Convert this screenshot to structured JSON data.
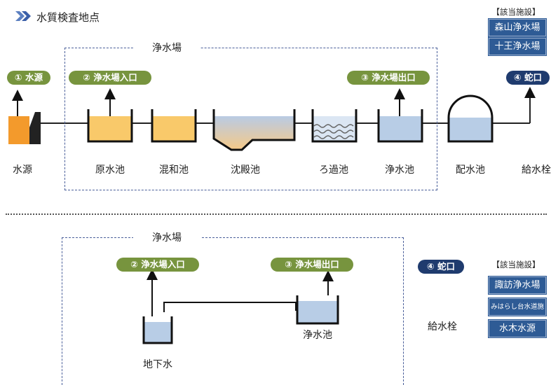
{
  "header": {
    "title": "水質検査地点"
  },
  "top": {
    "box_label": "浄水場",
    "facilities_header": "【該当施設】",
    "facilities": [
      "森山浄水場",
      "十王浄水場"
    ],
    "points": {
      "source": "① 水源",
      "inlet": "② 浄水場入口",
      "outlet": "③ 浄水場出口",
      "tap": "④ 蛇口"
    },
    "stages": {
      "source": "水源",
      "raw_pool": "原水池",
      "mixing_pool": "混和池",
      "settling_pool": "沈殿池",
      "filter_pool": "ろ過池",
      "clean_pool": "浄水池",
      "distribution_pool": "配水池",
      "hydrant": "給水栓"
    }
  },
  "bottom": {
    "box_label": "浄水場",
    "facilities_header": "【該当施設】",
    "facilities": [
      "諏訪浄水場",
      "みはらし台水道施設",
      "水木水源"
    ],
    "points": {
      "inlet": "② 浄水場入口",
      "outlet": "③ 浄水場出口",
      "tap": "④ 蛇口"
    },
    "stages": {
      "groundwater": "地下水",
      "clean_pool": "浄水池",
      "hydrant": "給水栓"
    }
  },
  "colors": {
    "green_pill": "#77943e",
    "navy_pill": "#1f3b6e",
    "facility_button": "#2e5b95",
    "raw_water": "#f9c96a",
    "clean_water": "#b8cde6",
    "source_orange": "#f39a2c"
  }
}
